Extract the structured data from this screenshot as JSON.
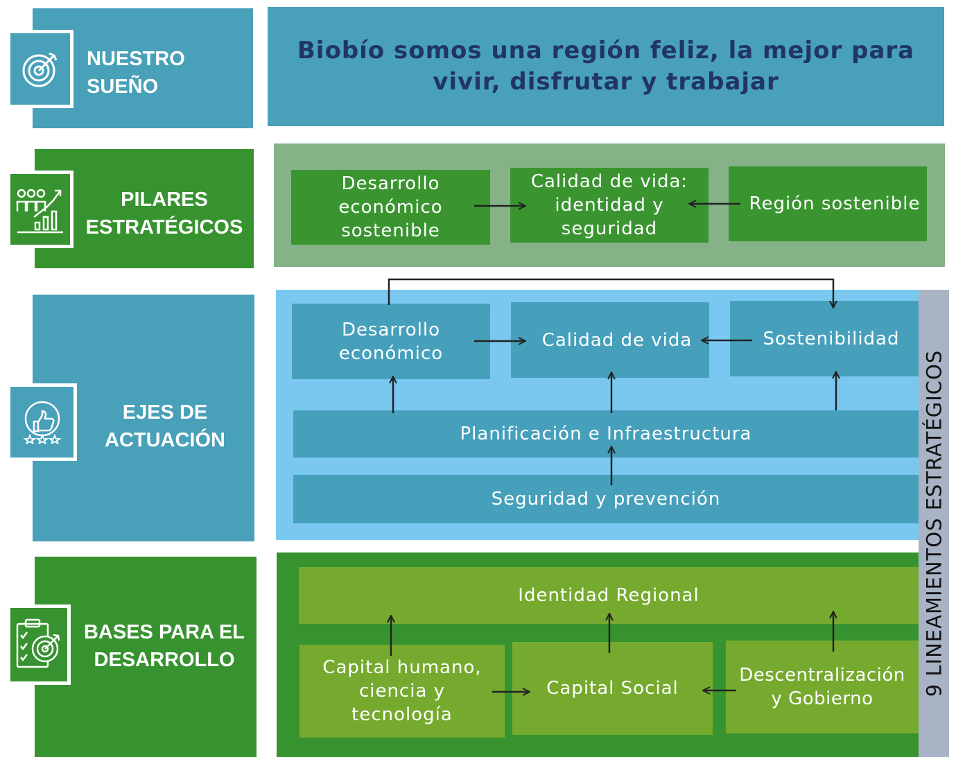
{
  "colors": {
    "teal": "#48a0b9",
    "green_dark": "#37932f",
    "green_panel": "#85b287",
    "green_box": "#3a9531",
    "light_blue": "#7ac8f0",
    "teal_box": "#46a0bb",
    "lime": "#76aa2f",
    "gray_strip": "#a9b3c6",
    "navy_text": "#213468"
  },
  "rows": {
    "sueno": {
      "label": "NUESTRO\nSUEÑO",
      "icon": "target-icon",
      "statement": "Biobío somos una región feliz, la mejor para\nvivir, disfrutar y trabajar"
    },
    "pilares": {
      "label": "PILARES\nESTRATÉGICOS",
      "icon": "growth-team-icon",
      "items": [
        "Desarrollo\neconómico\nsostenible",
        "Calidad de vida:\nidentidad y\nseguridad",
        "Región sostenible"
      ]
    },
    "ejes": {
      "label": "EJES DE\nACTUACIÓN",
      "icon": "thumbs-up-stars-icon",
      "top": [
        "Desarrollo\neconómico",
        "Calidad de vida",
        "Sostenibilidad"
      ],
      "middle": "Planificación e Infraestructura",
      "bottom": "Seguridad y prevención"
    },
    "bases": {
      "label": "BASES PARA EL\nDESARROLLO",
      "icon": "clipboard-target-icon",
      "top": "Identidad Regional",
      "items": [
        "Capital humano,\nciencia y\ntecnología",
        "Capital Social",
        "Descentralización\ny Gobierno"
      ]
    }
  },
  "side_label": "9 LINEAMIENTOS ESTRATÉGICOS"
}
